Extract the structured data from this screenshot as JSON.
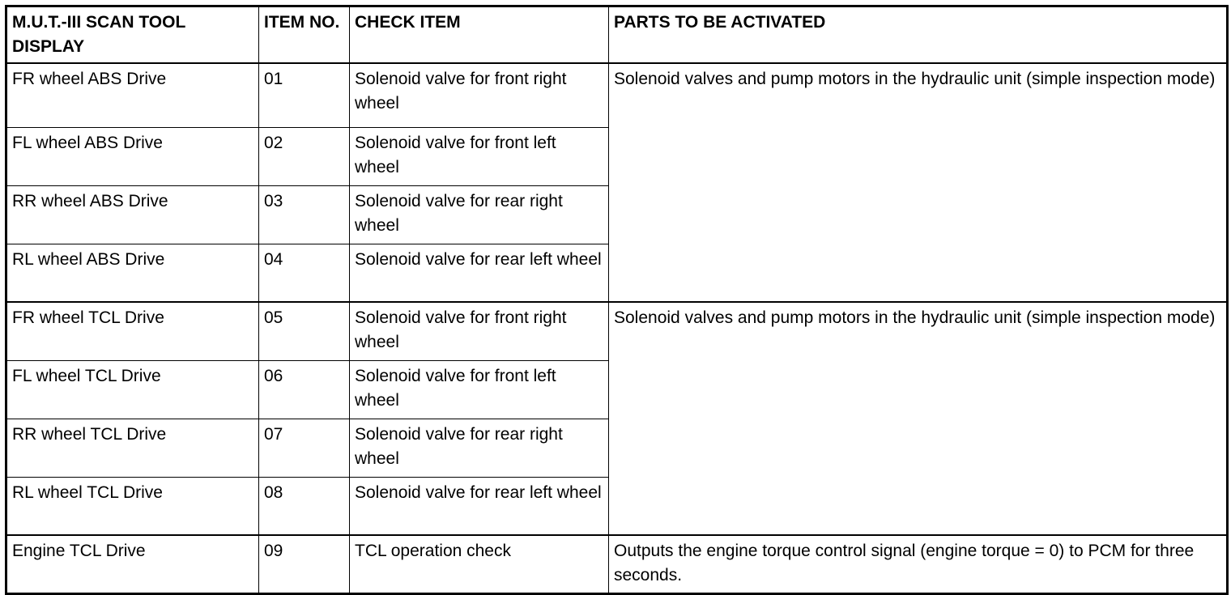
{
  "table": {
    "headers": {
      "display": "M.U.T.-III SCAN TOOL DISPLAY",
      "item_no": "ITEM NO.",
      "check_item": "CHECK ITEM",
      "parts": "PARTS TO BE ACTIVATED"
    },
    "rows": [
      {
        "display": "FR wheel ABS Drive",
        "item_no": "01",
        "check_item": "Solenoid valve for front right wheel",
        "parts": "Solenoid valves and pump motors in the hydraulic unit (simple inspection mode)"
      },
      {
        "display": "FL wheel ABS Drive",
        "item_no": "02",
        "check_item": "Solenoid valve for front left wheel"
      },
      {
        "display": "RR wheel ABS Drive",
        "item_no": "03",
        "check_item": "Solenoid valve for rear right wheel"
      },
      {
        "display": "RL wheel ABS Drive",
        "item_no": "04",
        "check_item": "Solenoid valve for rear left wheel"
      },
      {
        "display": "FR wheel TCL Drive",
        "item_no": "05",
        "check_item": "Solenoid valve for front right wheel",
        "parts": "Solenoid valves and pump motors in the hydraulic unit (simple inspection mode)"
      },
      {
        "display": "FL wheel TCL Drive",
        "item_no": "06",
        "check_item": "Solenoid valve for front left wheel"
      },
      {
        "display": "RR wheel TCL Drive",
        "item_no": "07",
        "check_item": "Solenoid valve for rear right wheel"
      },
      {
        "display": "RL wheel TCL Drive",
        "item_no": "08",
        "check_item": "Solenoid valve for rear left wheel"
      },
      {
        "display": "Engine TCL Drive",
        "item_no": "09",
        "check_item": "TCL operation check",
        "parts": "Outputs the engine torque control signal (engine torque = 0) to PCM for three seconds."
      }
    ]
  },
  "colors": {
    "border": "#000000",
    "text": "#000000",
    "background": "#ffffff"
  }
}
